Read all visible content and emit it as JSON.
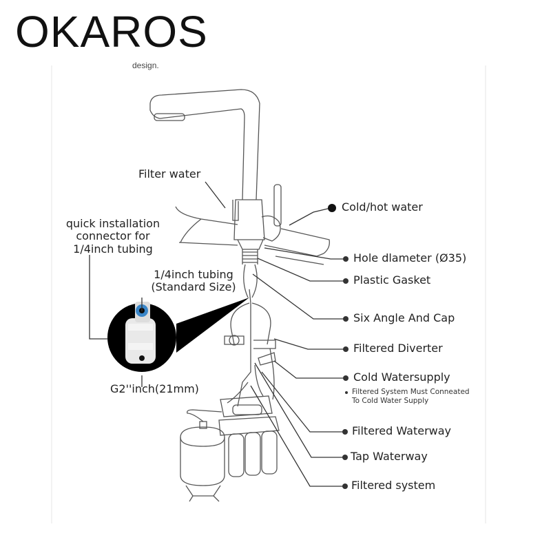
{
  "brand": {
    "name": "OKAROS",
    "tagline": "design."
  },
  "labels": {
    "filter_water": "Filter water",
    "cold_hot_water": "Cold/hot water",
    "quick_connector": "quick installation\nconnector for\n1/4inch tubing",
    "tubing": "1/4inch tubing\n(Standard Size)",
    "g2_inch": "G2''inch(21mm)",
    "hole_diameter": "Hole dlameter (Ø35)",
    "plastic_gasket": "Plastic Gasket",
    "six_angle": "Six Angle And Cap",
    "filtered_diverter": "Filtered Diverter",
    "cold_watersupply": "Cold Watersupply",
    "cold_note": "Filtered System Must Conneated\nTo Cold Water Supply",
    "filtered_waterway": "Filtered Waterway",
    "tap_waterway": "Tap Waterway",
    "filtered_system": "Filtered system"
  }
}
